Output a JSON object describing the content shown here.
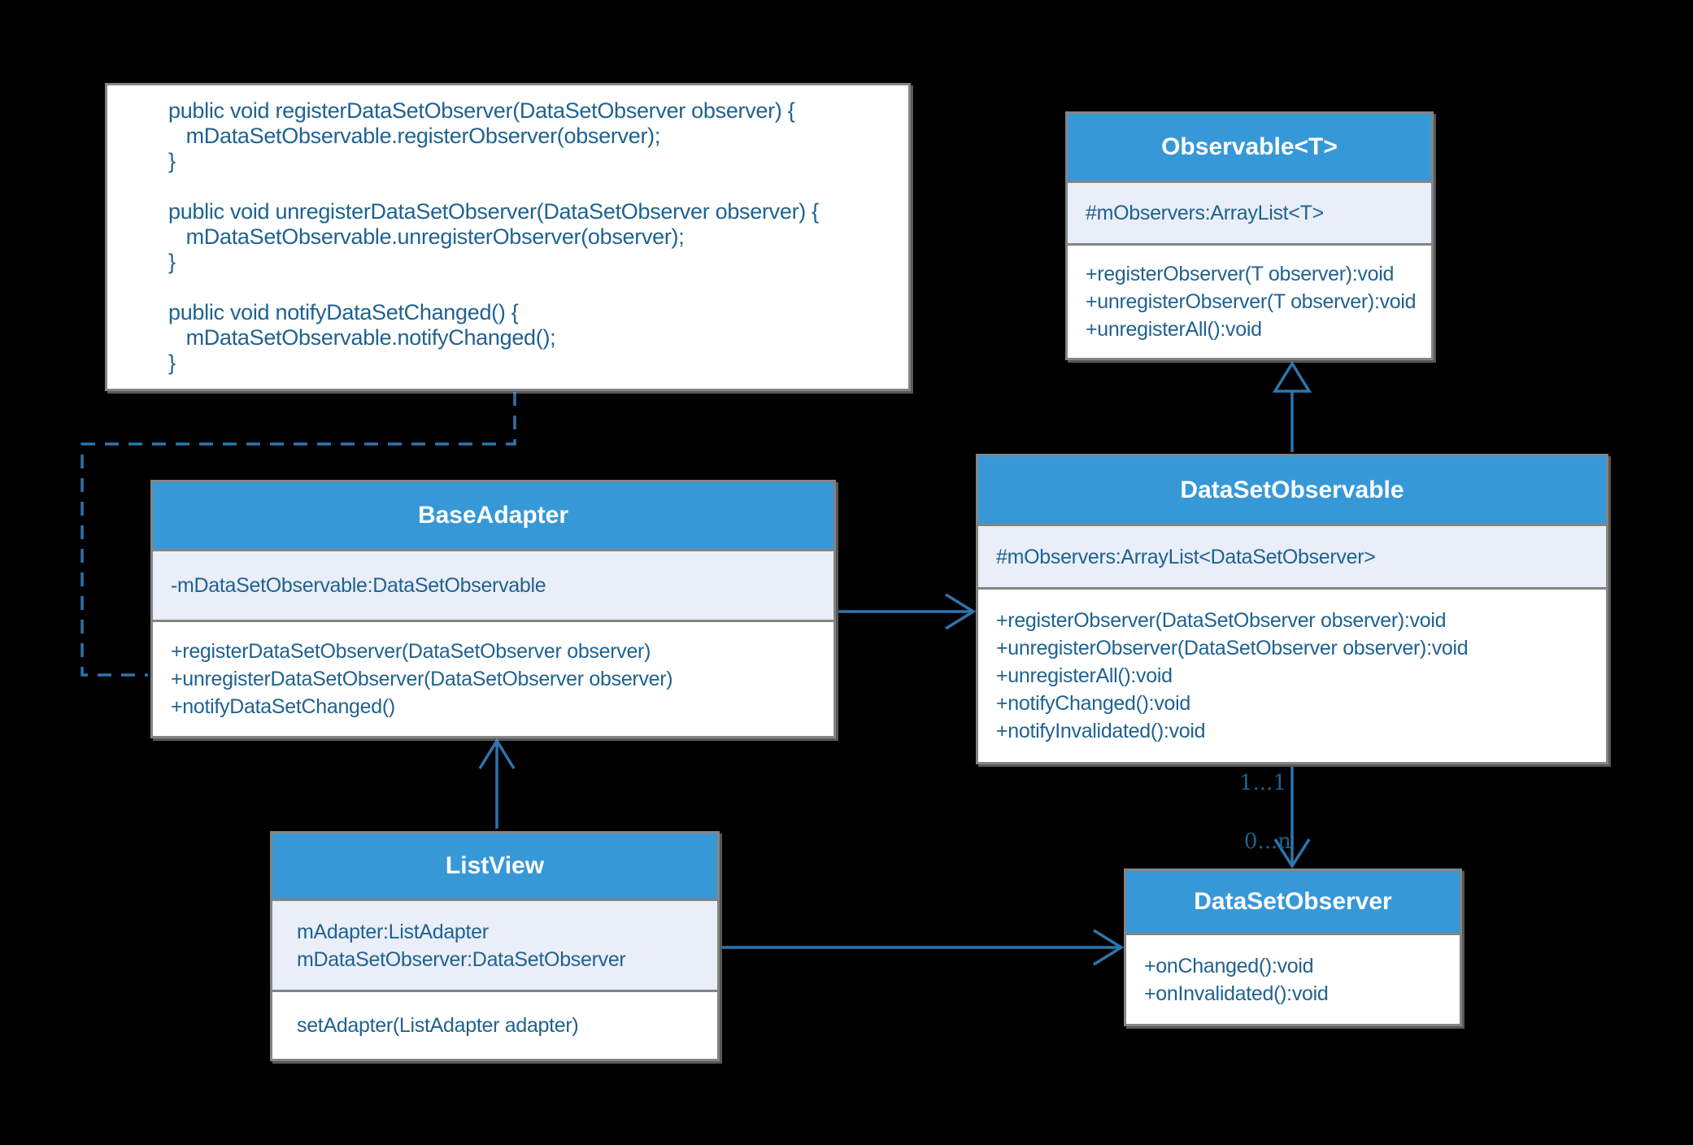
{
  "diagram": {
    "code_snippet": {
      "lines": [
        "public void registerDataSetObserver(DataSetObserver observer) {",
        "   mDataSetObservable.registerObserver(observer);",
        "}",
        "",
        "public void unregisterDataSetObserver(DataSetObserver observer) {",
        "   mDataSetObservable.unregisterObserver(observer);",
        "}",
        "",
        "public void notifyDataSetChanged() {",
        "   mDataSetObservable.notifyChanged();",
        "}"
      ]
    },
    "classes": {
      "observable": {
        "title": "Observable<T>",
        "attributes": [
          "#mObservers:ArrayList<T>"
        ],
        "methods": [
          "+registerObserver(T observer):void",
          "+unregisterObserver(T observer):void",
          "+unregisterAll():void"
        ]
      },
      "dataset_observable": {
        "title": "DataSetObservable",
        "attributes": [
          "#mObservers:ArrayList<DataSetObserver>"
        ],
        "methods": [
          "+registerObserver(DataSetObserver observer):void",
          "+unregisterObserver(DataSetObserver observer):void",
          "+unregisterAll():void",
          "+notifyChanged():void",
          "+notifyInvalidated():void"
        ]
      },
      "base_adapter": {
        "title": "BaseAdapter",
        "attributes": [
          "-mDataSetObservable:DataSetObservable"
        ],
        "methods": [
          "+registerDataSetObserver(DataSetObserver observer)",
          "+unregisterDataSetObserver(DataSetObserver observer)",
          "+notifyDataSetChanged()"
        ]
      },
      "list_view": {
        "title": "ListView",
        "attributes": [
          "mAdapter:ListAdapter",
          "mDataSetObserver:DataSetObserver"
        ],
        "methods": [
          "setAdapter(ListAdapter adapter)"
        ]
      },
      "dataset_observer": {
        "title": "DataSetObserver",
        "methods": [
          "+onChanged():void",
          "+onInvalidated():void"
        ]
      }
    },
    "relationships": {
      "observable_side_multiplicity": "1...1",
      "observer_side_multiplicity": "0...n"
    },
    "colors": {
      "header_blue": "#3798d8",
      "attribute_bg": "#e9eef8",
      "border_gray": "#848484",
      "text_blue": "#1f6290",
      "arrow_blue": "#2e74ad"
    }
  }
}
